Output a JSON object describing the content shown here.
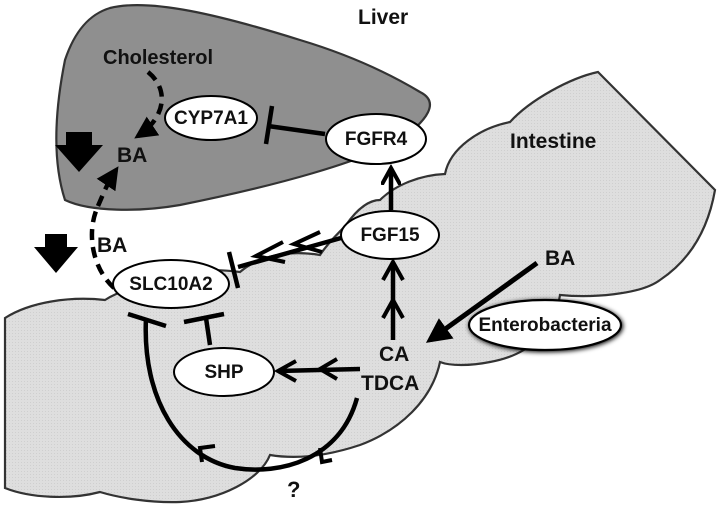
{
  "diagram": {
    "colors": {
      "liver_fill": "#8f8f8f",
      "intestine_fill": "#dcdcdc",
      "outline": "#333333",
      "node_fill": "#ffffff",
      "ink": "#000000"
    },
    "regions": {
      "liver": "Liver",
      "intestine": "Intestine"
    },
    "labels": {
      "cholesterol": "Cholesterol",
      "ba_liver": "BA",
      "ba_portal": "BA",
      "ba_intestine": "BA",
      "ca": "CA",
      "tdca": "TDCA",
      "unknown": "?"
    },
    "nodes": {
      "cyp7a1": "CYP7A1",
      "fgfr4": "FGFR4",
      "fgf15": "FGF15",
      "slc10a2": "SLC10A2",
      "shp": "SHP",
      "enterobacteria": "Enterobacteria"
    },
    "edges": [
      {
        "from": "Cholesterol",
        "to": "BA (liver)",
        "type": "dashed-arrow"
      },
      {
        "from": "FGFR4",
        "to": "CYP7A1",
        "type": "inhibition"
      },
      {
        "from": "FGF15",
        "to": "FGFR4",
        "type": "activation"
      },
      {
        "from": "FGF15",
        "to": "SLC10A2",
        "type": "double-arrow-inhibition"
      },
      {
        "from": "CA",
        "to": "FGF15",
        "type": "double-arrow"
      },
      {
        "from": "BA (intestine)",
        "to": "CA",
        "type": "arrow",
        "via": "Enterobacteria"
      },
      {
        "from": "TDCA",
        "to": "SHP",
        "type": "double-arrow"
      },
      {
        "from": "SHP",
        "to": "SLC10A2",
        "type": "inhibition"
      },
      {
        "from": "TDCA",
        "to": "SLC10A2",
        "type": "unknown-pathway-inhibition",
        "label": "?"
      },
      {
        "from": "SLC10A2",
        "to": "BA (liver)",
        "type": "dashed-arrow",
        "label": "BA"
      }
    ],
    "indicators": [
      {
        "name": "decrease-liver-ba",
        "direction": "down"
      },
      {
        "name": "decrease-portal-ba",
        "direction": "down"
      }
    ]
  }
}
